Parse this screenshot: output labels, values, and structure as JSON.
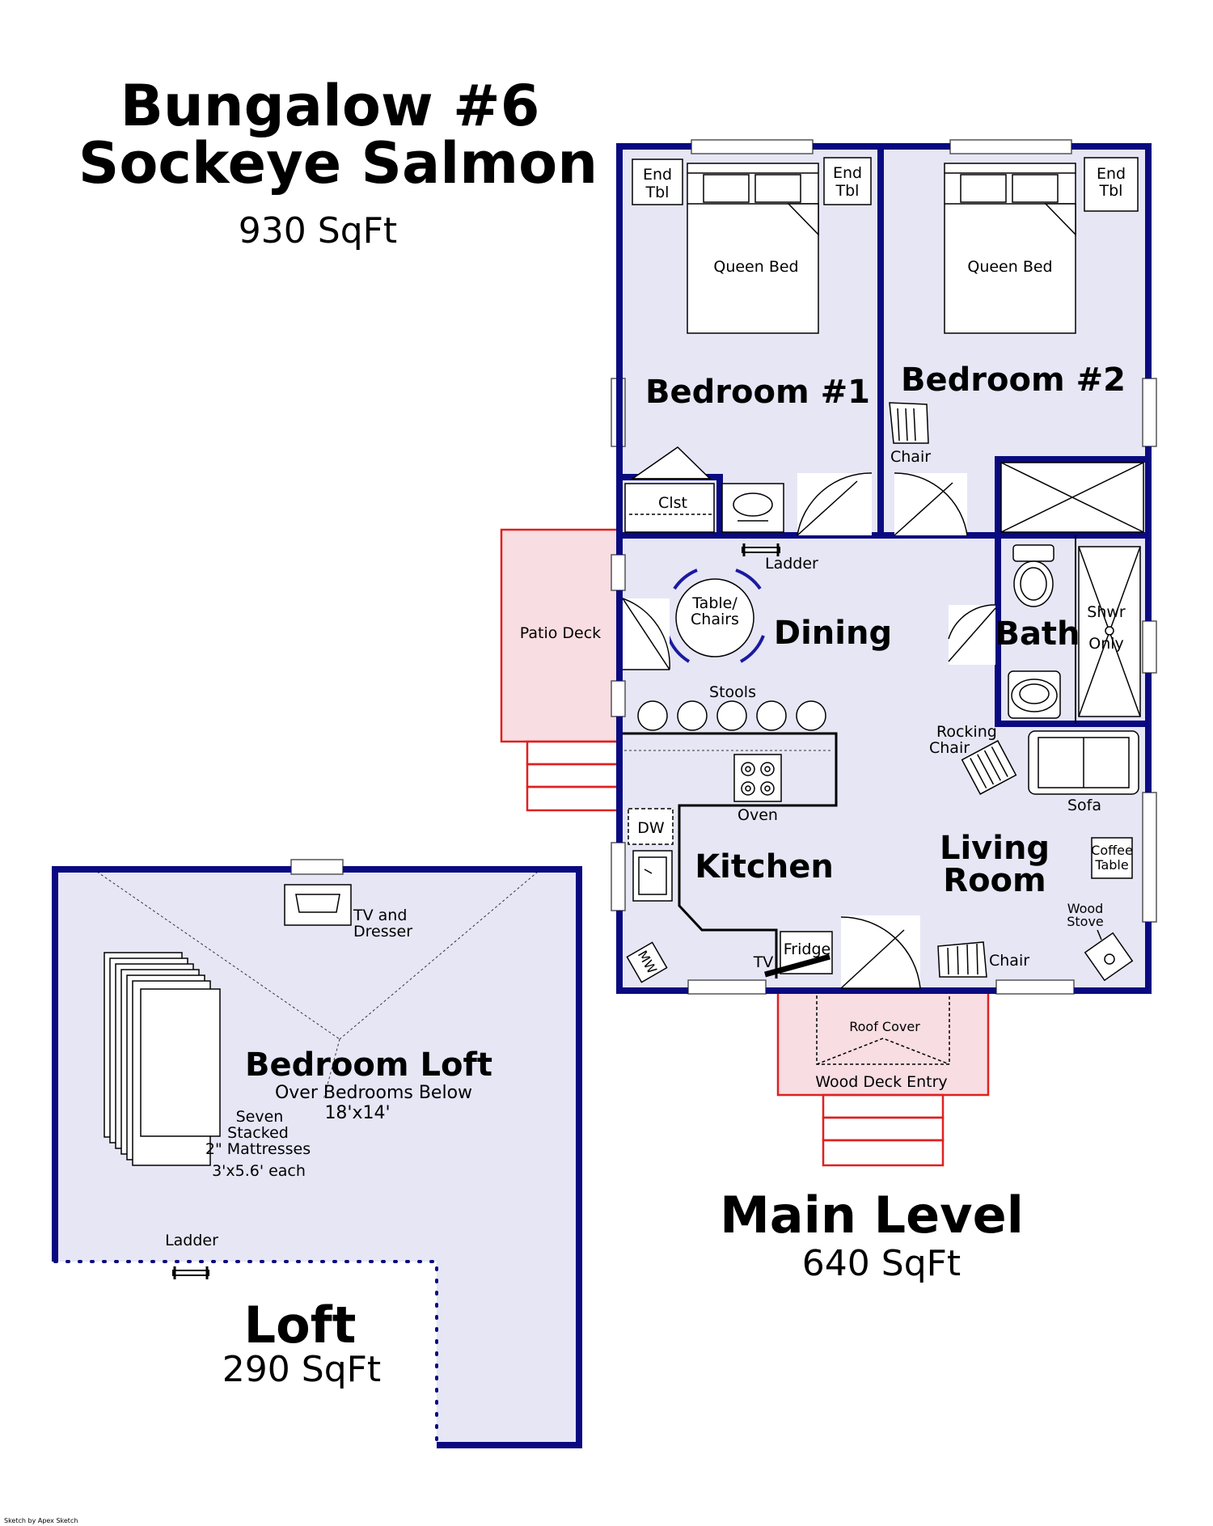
{
  "header": {
    "title_line1": "Bungalow #6",
    "title_line2": "Sockeye Salmon",
    "total_area": "930 SqFt"
  },
  "main_level": {
    "title": "Main Level",
    "area": "640 SqFt",
    "rooms": {
      "bedroom1": "Bedroom #1",
      "bedroom2": "Bedroom #2",
      "dining": "Dining",
      "bath": "Bath",
      "kitchen": "Kitchen",
      "living_line1": "Living",
      "living_line2": "Room"
    },
    "labels": {
      "end_tbl_line1": "End",
      "end_tbl_line2": "Tbl",
      "queen_bed": "Queen Bed",
      "chair": "Chair",
      "clst": "Clst",
      "ladder": "Ladder",
      "table_line1": "Table/",
      "table_line2": "Chairs",
      "patio_deck": "Patio Deck",
      "stools": "Stools",
      "shwr_line1": "Shwr",
      "shwr_line2": "Only",
      "rocking_line1": "Rocking",
      "rocking_line2": "Chair",
      "sofa": "Sofa",
      "oven": "Oven",
      "dw": "DW",
      "coffee_line1": "Coffee",
      "coffee_line2": "Table",
      "wood_line1": "Wood",
      "wood_line2": "Stove",
      "fridge": "Fridge",
      "tv": "TV",
      "mw": "MW",
      "roof_cover": "Roof Cover",
      "wood_deck": "Wood Deck Entry"
    }
  },
  "loft": {
    "title": "Loft",
    "area": "290 SqFt",
    "room_name": "Bedroom Loft",
    "room_sub": "Over Bedrooms Below",
    "room_dims": "18'x14'",
    "tv_line1": "TV and",
    "tv_line2": "Dresser",
    "mattress_line1": "Seven",
    "mattress_line2": "Stacked",
    "mattress_line3": "2\" Mattresses",
    "mattress_line4": "3'x5.6' each",
    "ladder": "Ladder"
  },
  "footer": {
    "credit": "Sketch by Apex Sketch"
  },
  "colors": {
    "wall": "#0a0a80",
    "floor": "#e6e6f5",
    "deck_outline": "#e02020",
    "deck_fill": "#f8dde2"
  }
}
